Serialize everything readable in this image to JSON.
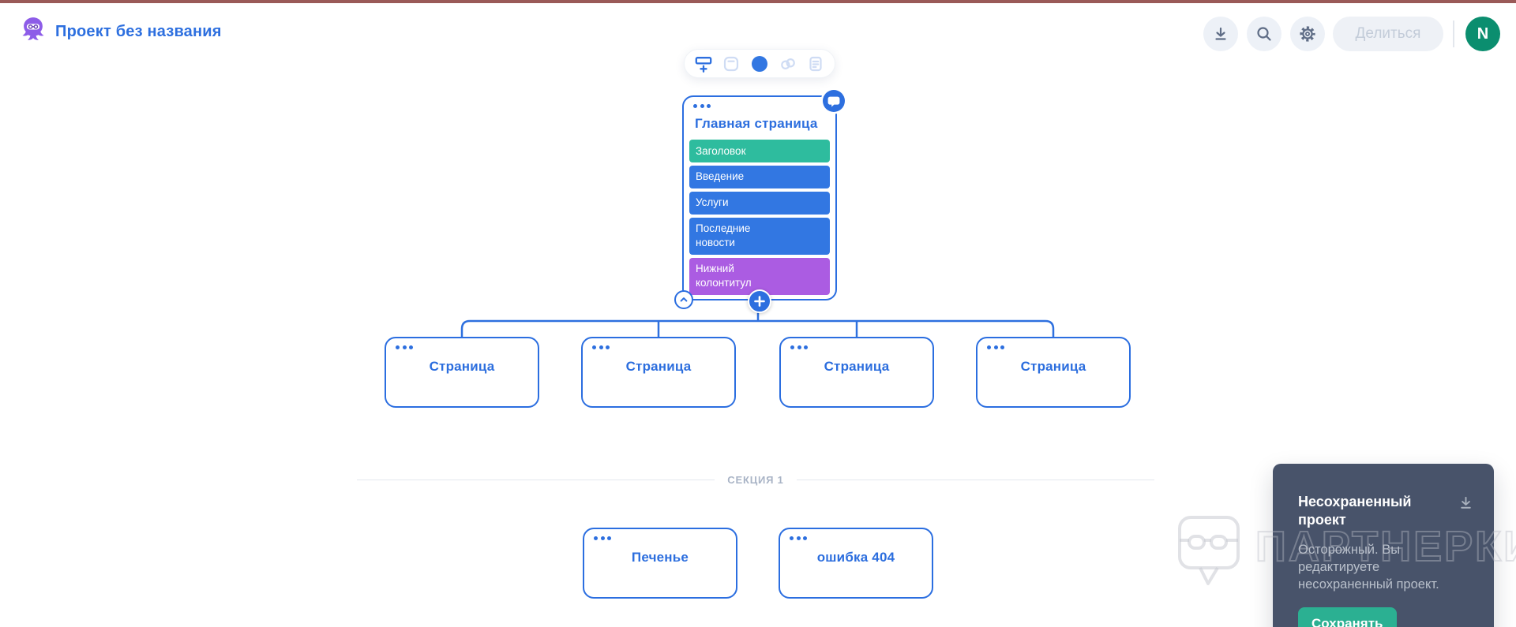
{
  "header": {
    "project_title": "Проект без названия",
    "share_label": "Делиться",
    "avatar_initial": "N"
  },
  "toolbar": {
    "icons": [
      "add-page-icon",
      "card-icon",
      "color-dot-icon",
      "link-icon",
      "notes-icon"
    ]
  },
  "sitemap": {
    "main_page": {
      "title": "Главная страница",
      "blocks": [
        {
          "label": "Заголовок",
          "color": "#2ebc9e"
        },
        {
          "label": "Введение",
          "color": "#3277e2"
        },
        {
          "label": "Услуги",
          "color": "#3277e2"
        },
        {
          "label": "Последние новости",
          "color": "#3277e2"
        },
        {
          "label": "Нижний колонтитул",
          "color": "#ab5ce2"
        }
      ]
    },
    "children": [
      {
        "title": "Страница"
      },
      {
        "title": "Страница"
      },
      {
        "title": "Страница"
      },
      {
        "title": "Страница"
      }
    ],
    "section_label": "СЕКЦИЯ 1",
    "section_pages": [
      {
        "title": "Печенье"
      },
      {
        "title": "ошибка 404"
      }
    ]
  },
  "unsaved_panel": {
    "title": "Несохраненный проект",
    "body": "Осторожный. Вы редактируете несохраненный проект.",
    "save_label": "Сохранять"
  },
  "watermark": {
    "text": "ПАРТНЕРКИН"
  },
  "colors": {
    "primary_blue": "#2d6fdf",
    "block_blue": "#3277e2",
    "block_teal": "#2ebc9e",
    "block_purple": "#ab5ce2",
    "avatar_green": "#0b8e6f",
    "save_green": "#2bb092",
    "panel_dark": "#48536a",
    "top_strip_maroon": "#9a5a58"
  }
}
